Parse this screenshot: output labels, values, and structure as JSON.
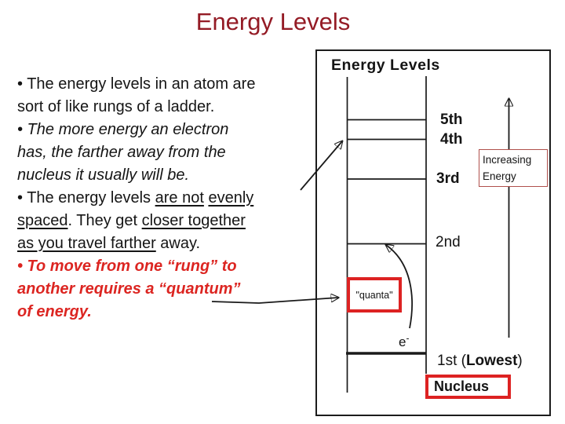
{
  "colors": {
    "title-red": "#941b25",
    "accent-red": "#dc2521",
    "box-red": "#dd2222",
    "soft-red": "#b0504c"
  },
  "slide": {
    "title": "Energy Levels"
  },
  "text_block": {
    "l1": "• The energy levels in an atom are",
    "l2": "sort of like rungs of a ladder.",
    "l3": "• The more energy an electron",
    "l4": "has, the farther away from the",
    "l5": "nucleus it usually will be.",
    "l6a": "• The energy levels ",
    "l6b": "are not",
    "l6c": " ",
    "l6d": "evenly",
    "l7a": "spaced",
    "l7b": ". They get ",
    "l7c": "closer together",
    "l8a": "as you travel farther",
    "l8b": " away.",
    "l9": "• To move from one “rung” to",
    "l10": "another requires a “quantum”",
    "l11": "of energy."
  },
  "diagram": {
    "title": "Energy Levels",
    "levels": [
      "5th",
      "4th",
      "3rd",
      "2nd"
    ],
    "level1_prefix": "1st (",
    "level1_bold": "Lowest",
    "level1_suffix": ")",
    "electron_base": "e",
    "electron_sup": "-",
    "increasing_line1": "Increasing",
    "increasing_line2": "Energy",
    "quanta_label": "\"quanta\"",
    "nucleus_label": "Nucleus"
  }
}
